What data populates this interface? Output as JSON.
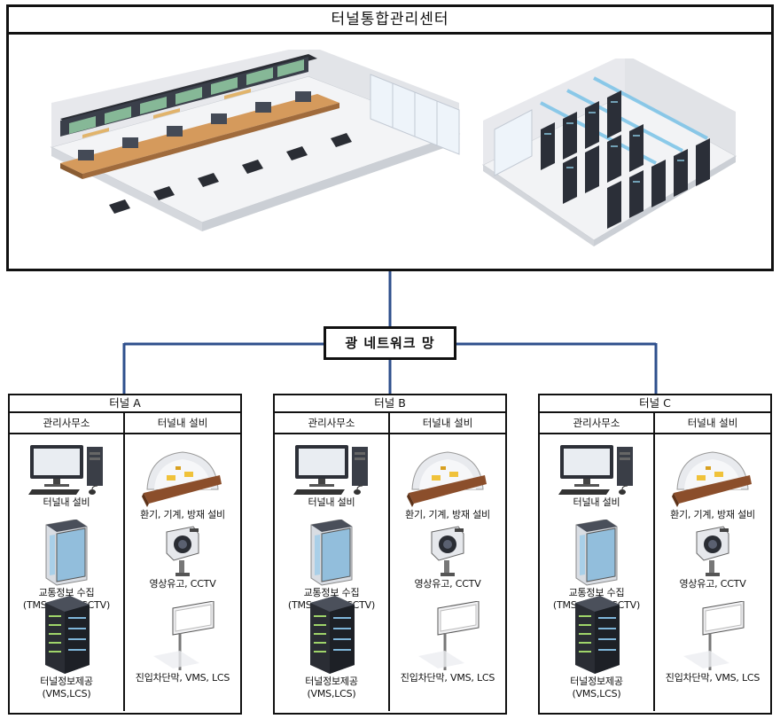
{
  "center": {
    "title": "터널통합관리센터"
  },
  "network": {
    "label": "광 네트워크 망"
  },
  "tunnels": [
    {
      "title": "터널 A",
      "left_header": "관리사무소",
      "right_header": "터널내 설비",
      "left_items": [
        "터널내 설비",
        "교통정보 수집\n(TMS, VIDS, CCTV)",
        "터널정보제공\n(VMS,LCS)"
      ],
      "right_items": [
        "환기, 기계, 방재 설비",
        "영상유고, CCTV",
        "진입차단막, VMS, LCS"
      ]
    },
    {
      "title": "터널 B",
      "left_header": "관리사무소",
      "right_header": "터널내 설비",
      "left_items": [
        "터널내 설비",
        "교통정보 수집\n(TMS, VIDS, CCTV)",
        "터널정보제공\n(VMS,LCS)"
      ],
      "right_items": [
        "환기, 기계, 방재 설비",
        "영상유고, CCTV",
        "진입차단막, VMS, LCS"
      ]
    },
    {
      "title": "터널 C",
      "left_header": "관리사무소",
      "right_header": "터널내 설비",
      "left_items": [
        "터널내 설비",
        "교통정보 수집\n(TMS, VIDS, CCTV)",
        "터널정보제공\n(VMS,LCS)"
      ],
      "right_items": [
        "환기, 기계, 방재 설비",
        "영상유고, CCTV",
        "진입차단막, VMS, LCS"
      ]
    }
  ],
  "colors": {
    "connector": "#2e4f8c",
    "border": "#111111",
    "rack": "#2b2f38",
    "accent": "#7ac3e8"
  }
}
